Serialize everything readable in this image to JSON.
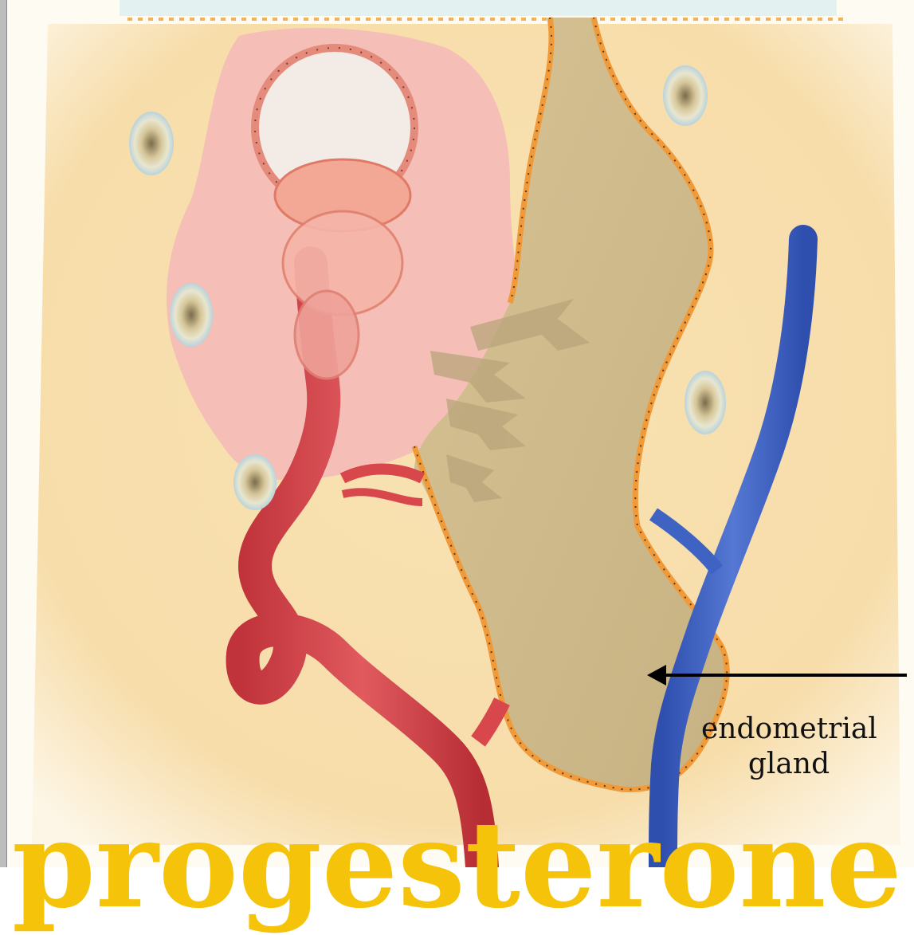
{
  "figure": {
    "labels": {
      "gland_line1": "endometrial",
      "gland_line2": "gland"
    },
    "title": "progesterone",
    "colors": {
      "stroma": "#f7deab",
      "decidual_reaction": "#f4b9b9",
      "gland_lumen": "#d2be8e",
      "gland_epithelium": "#f09a3a",
      "artery": "#d8474b",
      "vein": "#3e63c2",
      "title": "#f5c40a",
      "arrow": "#000000"
    }
  }
}
